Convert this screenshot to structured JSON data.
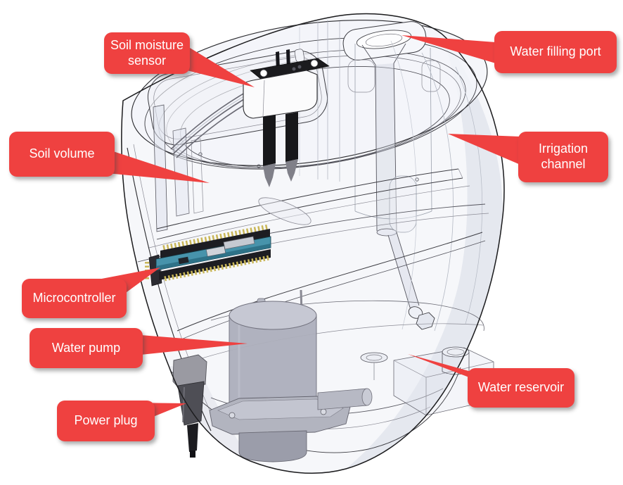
{
  "colors": {
    "callout_bg": "#ef4140",
    "callout_text": "#ffffff",
    "pcb_teal": "#4793ab",
    "pin_gold": "#c9b657",
    "pump_gray": "#adafbc",
    "pump_gray_light": "#c6c8d3",
    "plug_dark": "#4e4e55",
    "ink": "#1c1c1e",
    "ghost": "#9aa0ac"
  },
  "callouts": [
    {
      "id": "soil-moisture-sensor",
      "label": "Soil moisture sensor"
    },
    {
      "id": "water-filling-port",
      "label": "Water filling port"
    },
    {
      "id": "soil-volume",
      "label": "Soil volume"
    },
    {
      "id": "irrigation-channel",
      "label": "Irrigation channel"
    },
    {
      "id": "microcontroller",
      "label": "Microcontroller"
    },
    {
      "id": "water-pump",
      "label": "Water pump"
    },
    {
      "id": "water-reservoir",
      "label": "Water reservoir"
    },
    {
      "id": "power-plug",
      "label": "Power plug"
    }
  ]
}
